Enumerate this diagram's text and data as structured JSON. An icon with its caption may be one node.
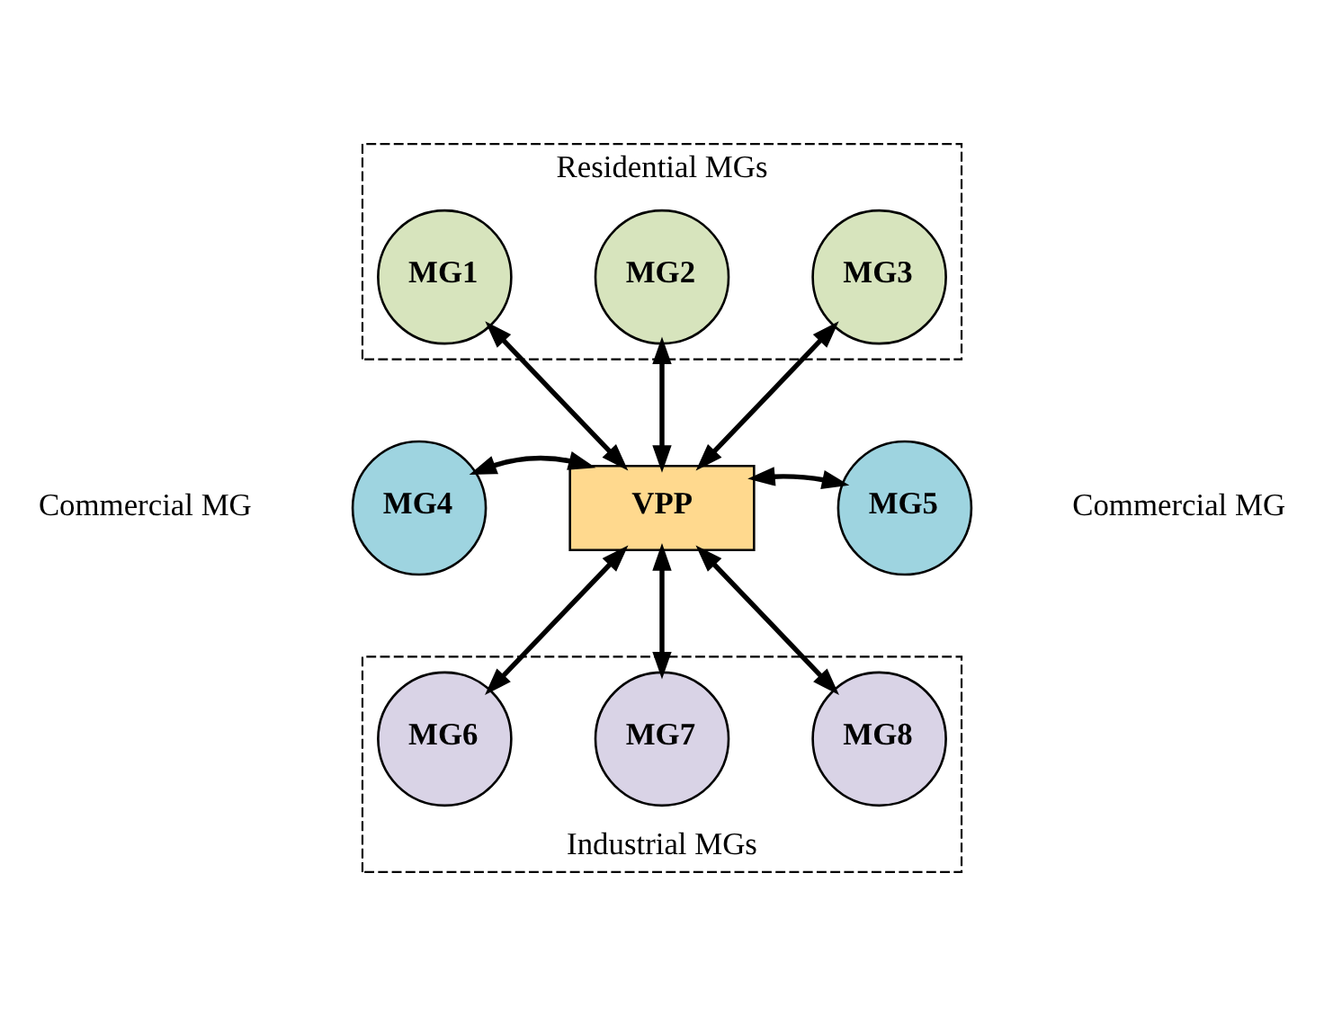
{
  "diagram": {
    "nodes": [
      {
        "text": [
          "Residential MGs"
        ]
      },
      {
        "text": [
          "MG1"
        ],
        "in": 0
      },
      {
        "text": [
          "MG2"
        ],
        "in": 0
      },
      {
        "text": [
          "MG3"
        ],
        "in": 0
      },
      {
        "text": [
          "MG4"
        ],
        "beside": [
          "Commercial MG"
        ]
      },
      {
        "text": [
          "VPP"
        ]
      },
      {
        "text": [
          "MG5"
        ],
        "beside": [
          "Commercial MG"
        ]
      },
      {
        "text": [
          "Industrial MGs"
        ]
      },
      {
        "text": [
          "MG6"
        ],
        "in": 7
      },
      {
        "text": [
          "MG7"
        ],
        "in": 7
      },
      {
        "text": [
          "MG8"
        ],
        "in": 7
      }
    ],
    "edges": [
      {
        "from": 1,
        "to": 5,
        "arrow": "both"
      },
      {
        "from": 2,
        "to": 5,
        "arrow": "both"
      },
      {
        "from": 3,
        "to": 5,
        "arrow": "both"
      },
      {
        "from": 4,
        "to": 5,
        "arrow": "both"
      },
      {
        "from": 5,
        "to": 6,
        "arrow": "both"
      },
      {
        "from": 5,
        "to": 8,
        "arrow": "both"
      },
      {
        "from": 5,
        "to": 9,
        "arrow": "both"
      },
      {
        "from": 5,
        "to": 10,
        "arrow": "both"
      }
    ]
  }
}
